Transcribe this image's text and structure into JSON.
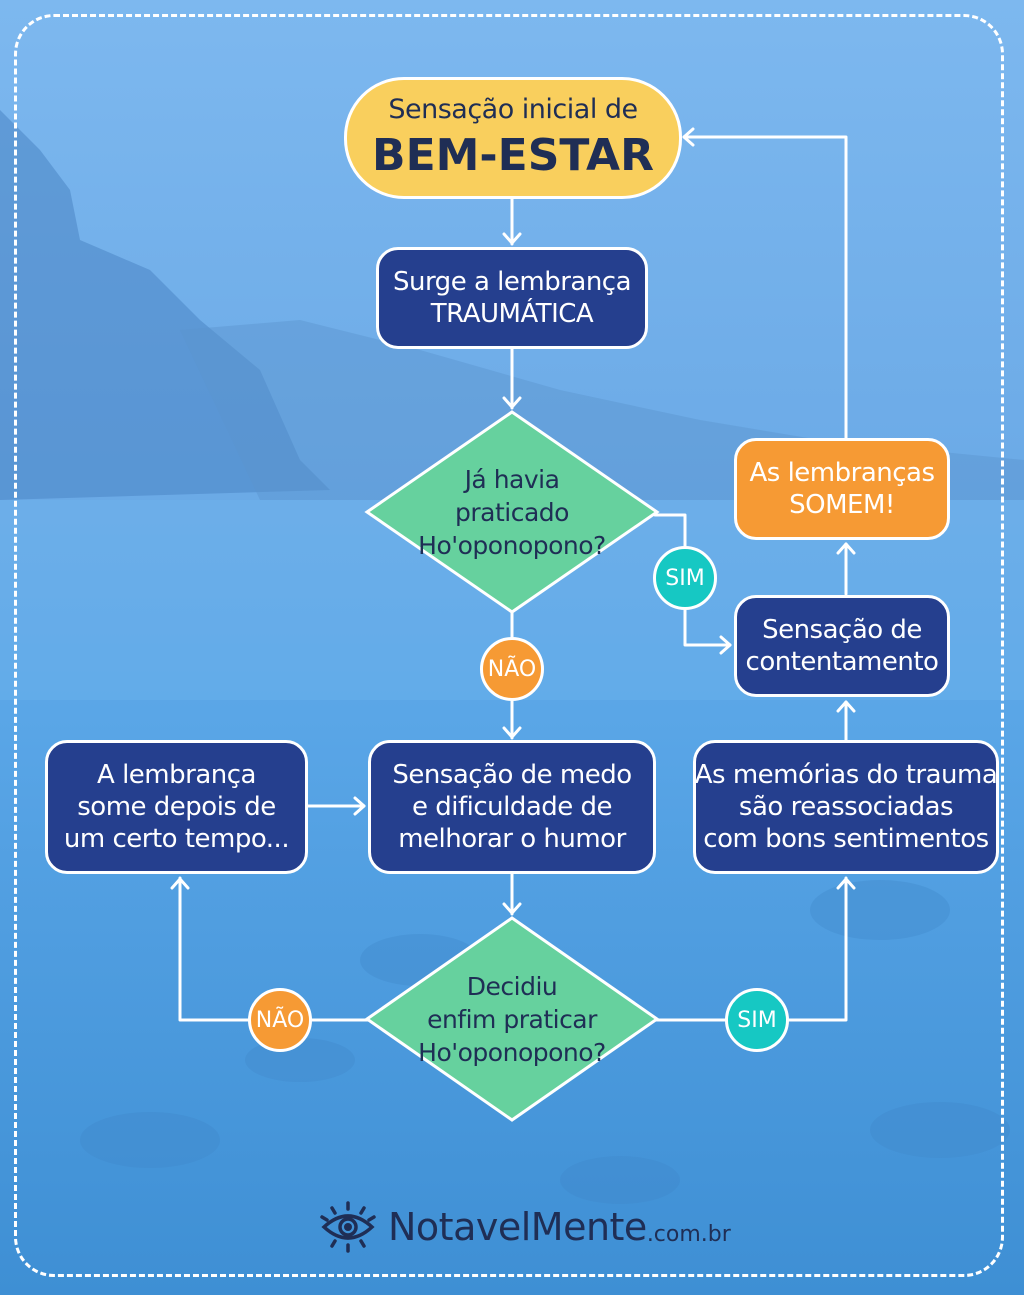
{
  "nodes": {
    "start": {
      "line1": "Sensação inicial de",
      "line2": "BEM-ESTAR"
    },
    "traumatic": {
      "line1": "Surge a lembrança",
      "line2": "TRAUMÁTICA"
    },
    "decision1": {
      "line1": "Já havia",
      "line2": "praticado",
      "line3": "Ho'oponopono?"
    },
    "fear": {
      "line1": "Sensação de medo",
      "line2": "e dificuldade de",
      "line3": "melhorar o humor"
    },
    "fade": {
      "line1": "A lembrança",
      "line2": "some depois de",
      "line3": "um certo tempo..."
    },
    "decision2": {
      "line1": "Decidiu",
      "line2": "enfim praticar",
      "line3": "Ho'oponopono?"
    },
    "reassociated": {
      "line1": "As memórias do trauma",
      "line2": "são reassociadas",
      "line3": "com bons sentimentos"
    },
    "content": {
      "line1": "Sensação de",
      "line2": "contentamento"
    },
    "vanish": {
      "line1": "As lembranças",
      "line2": "SOMEM!"
    }
  },
  "badges": {
    "d1_yes": "SIM",
    "d1_no": "NÃO",
    "d2_no": "NÃO",
    "d2_yes": "SIM"
  },
  "footer": {
    "brand": "NotavelMente",
    "domain": ".com.br",
    "icon": "eye-icon"
  },
  "colors": {
    "start": "#f9cf5d",
    "process": "#253f8e",
    "decision": "#66d19e",
    "highlight": "#f69a34",
    "yes_badge": "#16c8c3",
    "no_badge": "#f69a34",
    "text_dark": "#1f2e55"
  }
}
